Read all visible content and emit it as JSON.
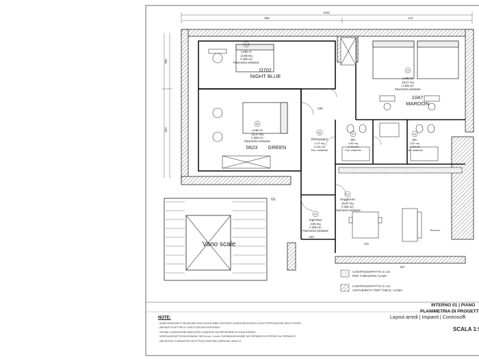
{
  "rooms": {
    "letto_s": {
      "name": "Letto S",
      "area": "12,58 mq",
      "height": "h 300 cm",
      "floor": "Pavimento esistente",
      "code": "D702",
      "color": "NIGHT BLUE"
    },
    "letto_d_top": {
      "name": "Letto D",
      "area": "18,47 mq",
      "height": "h 300 cm",
      "floor": "Pavimento esistente",
      "code": "1047",
      "color": "MAROON"
    },
    "letto_d_left": {
      "name": "Letto D",
      "area": "15,37 mq",
      "height": "h 300 cm",
      "floor": "Pavimento esistente",
      "code": "0623",
      "color": "GREEN"
    },
    "disimpegno": {
      "name": "Disimpegno",
      "area": "4,74 mq",
      "height": "h 260 cm",
      "floor": "Pav. esistente"
    },
    "wc1": {
      "name": "WC",
      "area": "3,85 mq",
      "height": "h 240 cm",
      "floor": "Pav. esistente"
    },
    "wc2": {
      "name": "WC",
      "area": "3,52 mq",
      "height": "h 240 cm",
      "floor": "Pav. esistente"
    },
    "soggiorno": {
      "name": "Soggiorno",
      "area": "25,97 mq",
      "height": "h 300 cm",
      "floor": "Pavimento esistente"
    },
    "ingresso": {
      "name": "Ingresso",
      "area": "3,90 mq",
      "height": "h 300 cm",
      "floor": "Pavimento esistente"
    }
  },
  "room_numbers": [
    "03",
    "04",
    "05",
    "06",
    "07",
    "08",
    "01",
    "02"
  ],
  "vano_scale": "Vano scale",
  "dimensions": {
    "top_total": "1052",
    "top_left": "580",
    "top_right": "472",
    "left_upper": "288",
    "left_lower": "352",
    "mid": "535",
    "bottom_total": "467",
    "ingresso_w": "200",
    "soggiorno_w": "120"
  },
  "legend": [
    {
      "line1": "CONTROSOFFITTO in CG",
      "line2": "PER TUBAZIONI CLIMA"
    },
    {
      "line1": "CONTROSOFFITTO in CG",
      "line2": "ANTIUMIDITA' PER TUBAZ. CLIMA"
    }
  ],
  "title_block": {
    "line1": "INTERNO 01 | PIANO",
    "line2": "PLANIMETRIA DI PROGETT",
    "line3": "Layout arredi | Impianti | Controsoffi",
    "scale": "SCALA 1:5"
  },
  "notes_title": "NOTE:",
  "notes": [
    "- MANUTENZIONE E REVISIONE DEGLI AVVOLGIBILI ESISTENTI SENZA NECESSITA' DI ELETTRIFICAZIONE DEGLI STESSI",
    "- IMPIANTO ELETTRICO: SOSTITUZIONE INTEGRALE",
    "- SIFONE E ADDUZIONE IDRICA PER LAVATRICE DA PREVEDERE IN ZONA GIORNO",
    "- VENTILAZIONE FORZATA BAGNI CIECHI min. 3 mc/h CONTABILIZZAZIONE DA PORTARE IN ESTERNO SU TERRAZZO",
    "- NECESSITA' DI RADIATORI ELETTRICI A RASTRELLIERA NEL VANO 07"
  ],
  "labels": {
    "section_mark": "G1",
    "terrazzo": "Terrazzo"
  }
}
